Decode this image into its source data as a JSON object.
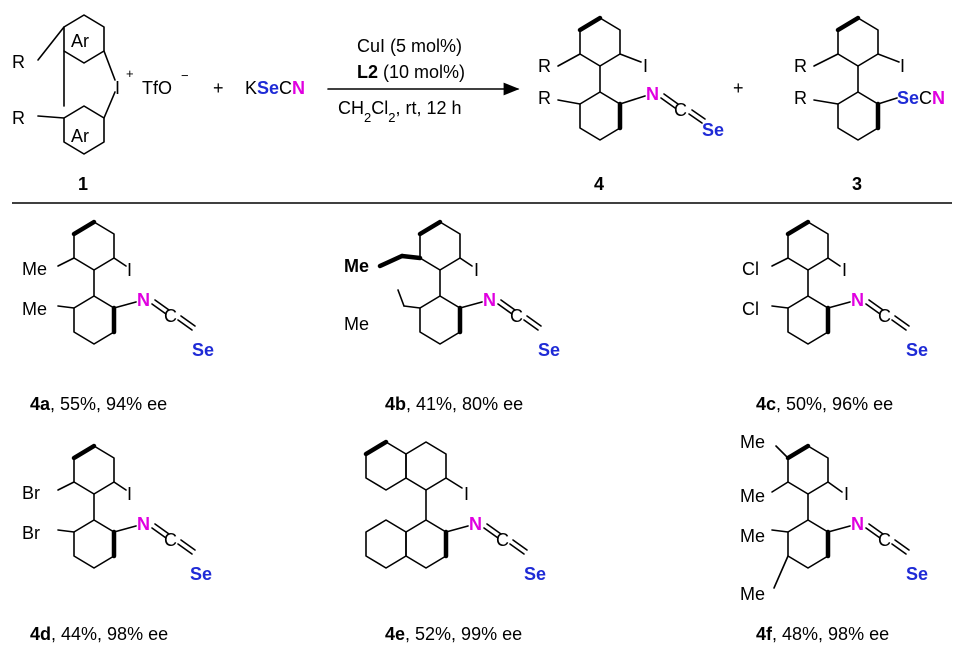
{
  "reaction": {
    "reactant": {
      "label": "1",
      "ring_label": "Ar",
      "substituent": "R",
      "iodonium": "I",
      "charge_plus": "+",
      "counterion": "TfO",
      "charge_minus": "−"
    },
    "plus": "+",
    "reagent": {
      "k": "K",
      "se": "Se",
      "c": "C",
      "n": "N"
    },
    "conditions": {
      "catalyst": "CuI (5 mol%)",
      "ligand_bold": "L2",
      "ligand_rest": " (10 mol%)",
      "solvent_a": "CH",
      "solvent_sub_a": "2",
      "solvent_b": "Cl",
      "solvent_sub_b": "2",
      "solvent_c": ", rt, 12 h"
    },
    "product_main": {
      "label": "4"
    },
    "product_side": {
      "label": "3"
    }
  },
  "atoms": {
    "iodine": "I",
    "nitrogen": "N",
    "carbon": "C",
    "selenium": "Se",
    "r": "R"
  },
  "products": [
    {
      "id": "4a",
      "sub1": "Me",
      "sub2": "Me",
      "data": ", 55%, 94% ee"
    },
    {
      "id": "4b",
      "sub1": "Me",
      "sub2": "Me",
      "data": ", 41%, 80% ee"
    },
    {
      "id": "4c",
      "sub1": "Cl",
      "sub2": "Cl",
      "data": ", 50%, 96% ee"
    },
    {
      "id": "4d",
      "sub1": "Br",
      "sub2": "Br",
      "data": ", 44%, 98% ee"
    },
    {
      "id": "4e",
      "data": ", 52%, 99% ee"
    },
    {
      "id": "4f",
      "sub1": "Me",
      "sub2": "Me",
      "sub3": "Me",
      "sub4": "Me",
      "data": ", 48%, 98% ee"
    }
  ]
}
